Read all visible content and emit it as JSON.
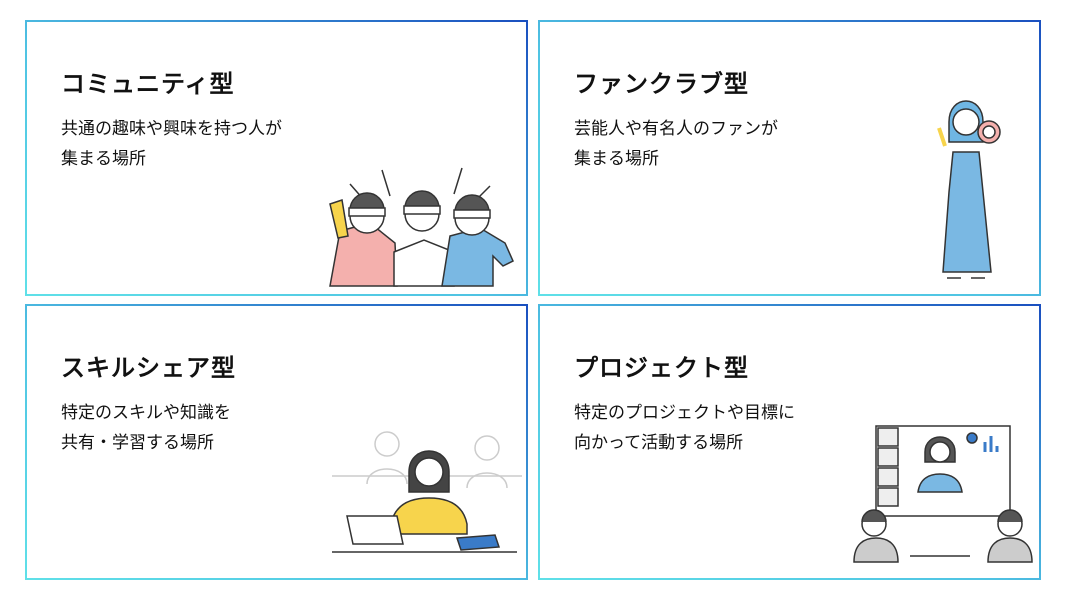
{
  "cards": [
    {
      "title": "コミュニティ型",
      "desc": [
        "共通の趣味や興味を持つ人が",
        "集まる場所"
      ]
    },
    {
      "title": "ファンクラブ型",
      "desc": [
        "芸能人や有名人のファンが",
        "集まる場所"
      ]
    },
    {
      "title": "スキルシェア型",
      "desc": [
        "特定のスキルや知識を",
        "共有・学習する場所"
      ]
    },
    {
      "title": "プロジェクト型",
      "desc": [
        "特定のプロジェクトや目標に",
        "向かって活動する場所"
      ]
    }
  ],
  "colors": {
    "border_start": "#5fe0e8",
    "border_end": "#1a4fbf"
  }
}
